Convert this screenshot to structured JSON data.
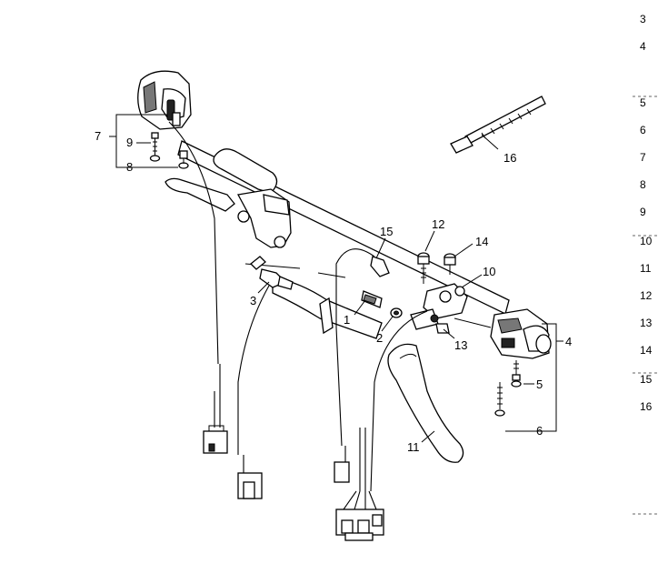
{
  "callouts": [
    {
      "id": "c1",
      "label": "1"
    },
    {
      "id": "c2",
      "label": "2"
    },
    {
      "id": "c3",
      "label": "3"
    },
    {
      "id": "c4",
      "label": "4"
    },
    {
      "id": "c5",
      "label": "5"
    },
    {
      "id": "c6",
      "label": "6"
    },
    {
      "id": "c7",
      "label": "7"
    },
    {
      "id": "c8",
      "label": "8"
    },
    {
      "id": "c9",
      "label": "9"
    },
    {
      "id": "c10",
      "label": "10"
    },
    {
      "id": "c11",
      "label": "11"
    },
    {
      "id": "c12",
      "label": "12"
    },
    {
      "id": "c13",
      "label": "13"
    },
    {
      "id": "c14",
      "label": "14"
    },
    {
      "id": "c15",
      "label": "15"
    },
    {
      "id": "c16",
      "label": "16"
    }
  ],
  "ref_column": [
    "3",
    "4",
    "5",
    "6",
    "7",
    "8",
    "9",
    "10",
    "11",
    "12",
    "13",
    "14",
    "15",
    "16"
  ]
}
